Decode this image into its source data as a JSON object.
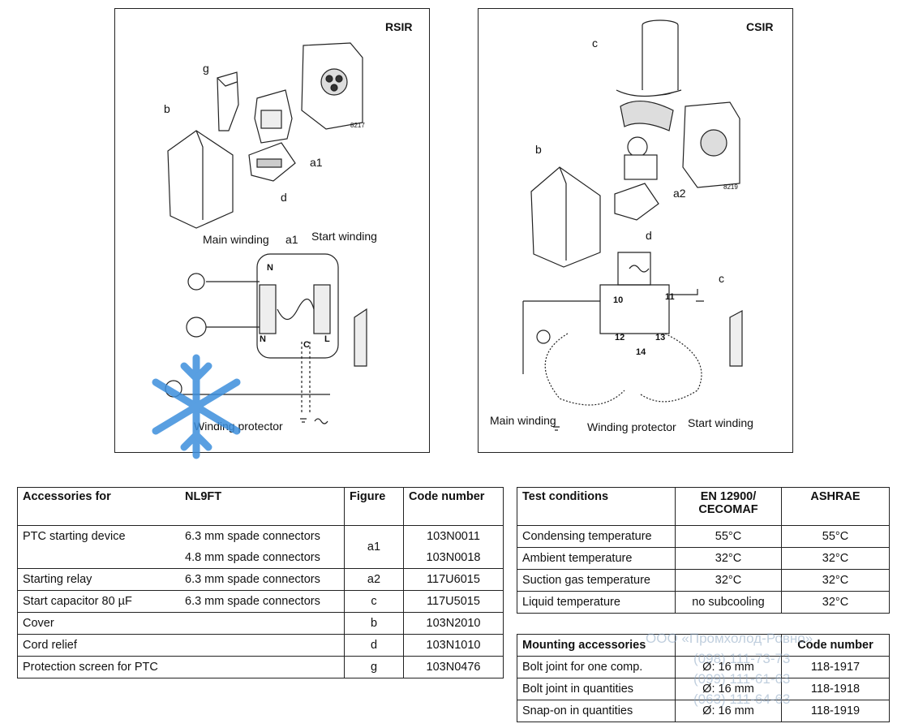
{
  "left_diagram": {
    "title": "RSIR",
    "labels": {
      "g": "g",
      "b": "b",
      "a1": "a1",
      "d": "d",
      "code": "8217",
      "main_winding": "Main winding",
      "a1_top": "a1",
      "start_winding": "Start winding",
      "n_top": "N",
      "n_bottom": "N",
      "l": "L",
      "c": "C",
      "winding_protector": "Winding protector"
    }
  },
  "right_diagram": {
    "title": "CSIR",
    "labels": {
      "c": "c",
      "b": "b",
      "a2": "a2",
      "d": "d",
      "code": "8219",
      "c_cap": "c",
      "t10": "10",
      "t11": "11",
      "t12": "12",
      "t13": "13",
      "t14": "14",
      "main_winding": "Main winding",
      "winding_protector": "Winding protector",
      "start_winding": "Start winding"
    }
  },
  "accessories_table": {
    "headers": [
      "Accessories for",
      "NL9FT",
      "Figure",
      "Code number"
    ],
    "rows": [
      {
        "item": "PTC starting device",
        "spec": "6.3 mm spade connectors",
        "figure": "a1",
        "code": "103N0011"
      },
      {
        "item": "",
        "spec": "4.8 mm spade connectors",
        "figure": "",
        "code": "103N0018"
      },
      {
        "item": "Starting relay",
        "spec": "6.3 mm spade connectors",
        "figure": "a2",
        "code": "117U6015"
      },
      {
        "item": "Start capacitor 80 µF",
        "spec": "6.3 mm spade connectors",
        "figure": "c",
        "code": "117U5015"
      },
      {
        "item": "Cover",
        "spec": "",
        "figure": "b",
        "code": "103N2010"
      },
      {
        "item": "Cord relief",
        "spec": "",
        "figure": "d",
        "code": "103N1010"
      },
      {
        "item": "Protection screen for PTC",
        "spec": "",
        "figure": "g",
        "code": "103N0476"
      }
    ]
  },
  "test_table": {
    "headers": [
      "Test conditions",
      "EN 12900/ CECOMAF",
      "ASHRAE"
    ],
    "header_en_line1": "EN 12900/",
    "header_en_line2": "CECOMAF",
    "rows": [
      {
        "label": "Condensing temperature",
        "en": "55°C",
        "ashrae": "55°C"
      },
      {
        "label": "Ambient temperature",
        "en": "32°C",
        "ashrae": "32°C"
      },
      {
        "label": "Suction gas temperature",
        "en": "32°C",
        "ashrae": "32°C"
      },
      {
        "label": "Liquid temperature",
        "en": "no subcooling",
        "ashrae": "32°C"
      }
    ]
  },
  "mounting_table": {
    "headers": [
      "Mounting accessories",
      "",
      "Code number"
    ],
    "rows": [
      {
        "label": "Bolt joint for one comp.",
        "dim": "Ø: 16 mm",
        "code": "118-1917"
      },
      {
        "label": "Bolt joint in quantities",
        "dim": "Ø: 16 mm",
        "code": "118-1918"
      },
      {
        "label": "Snap-on in quantities",
        "dim": "Ø: 16 mm",
        "code": "118-1919"
      }
    ]
  },
  "watermark": {
    "company": "ООО «Промхолод-Ровно»",
    "phone1": "(098) 111-73-73",
    "phone2": "(099) 111-61-63",
    "phone3": "(063) 111-64-63"
  }
}
